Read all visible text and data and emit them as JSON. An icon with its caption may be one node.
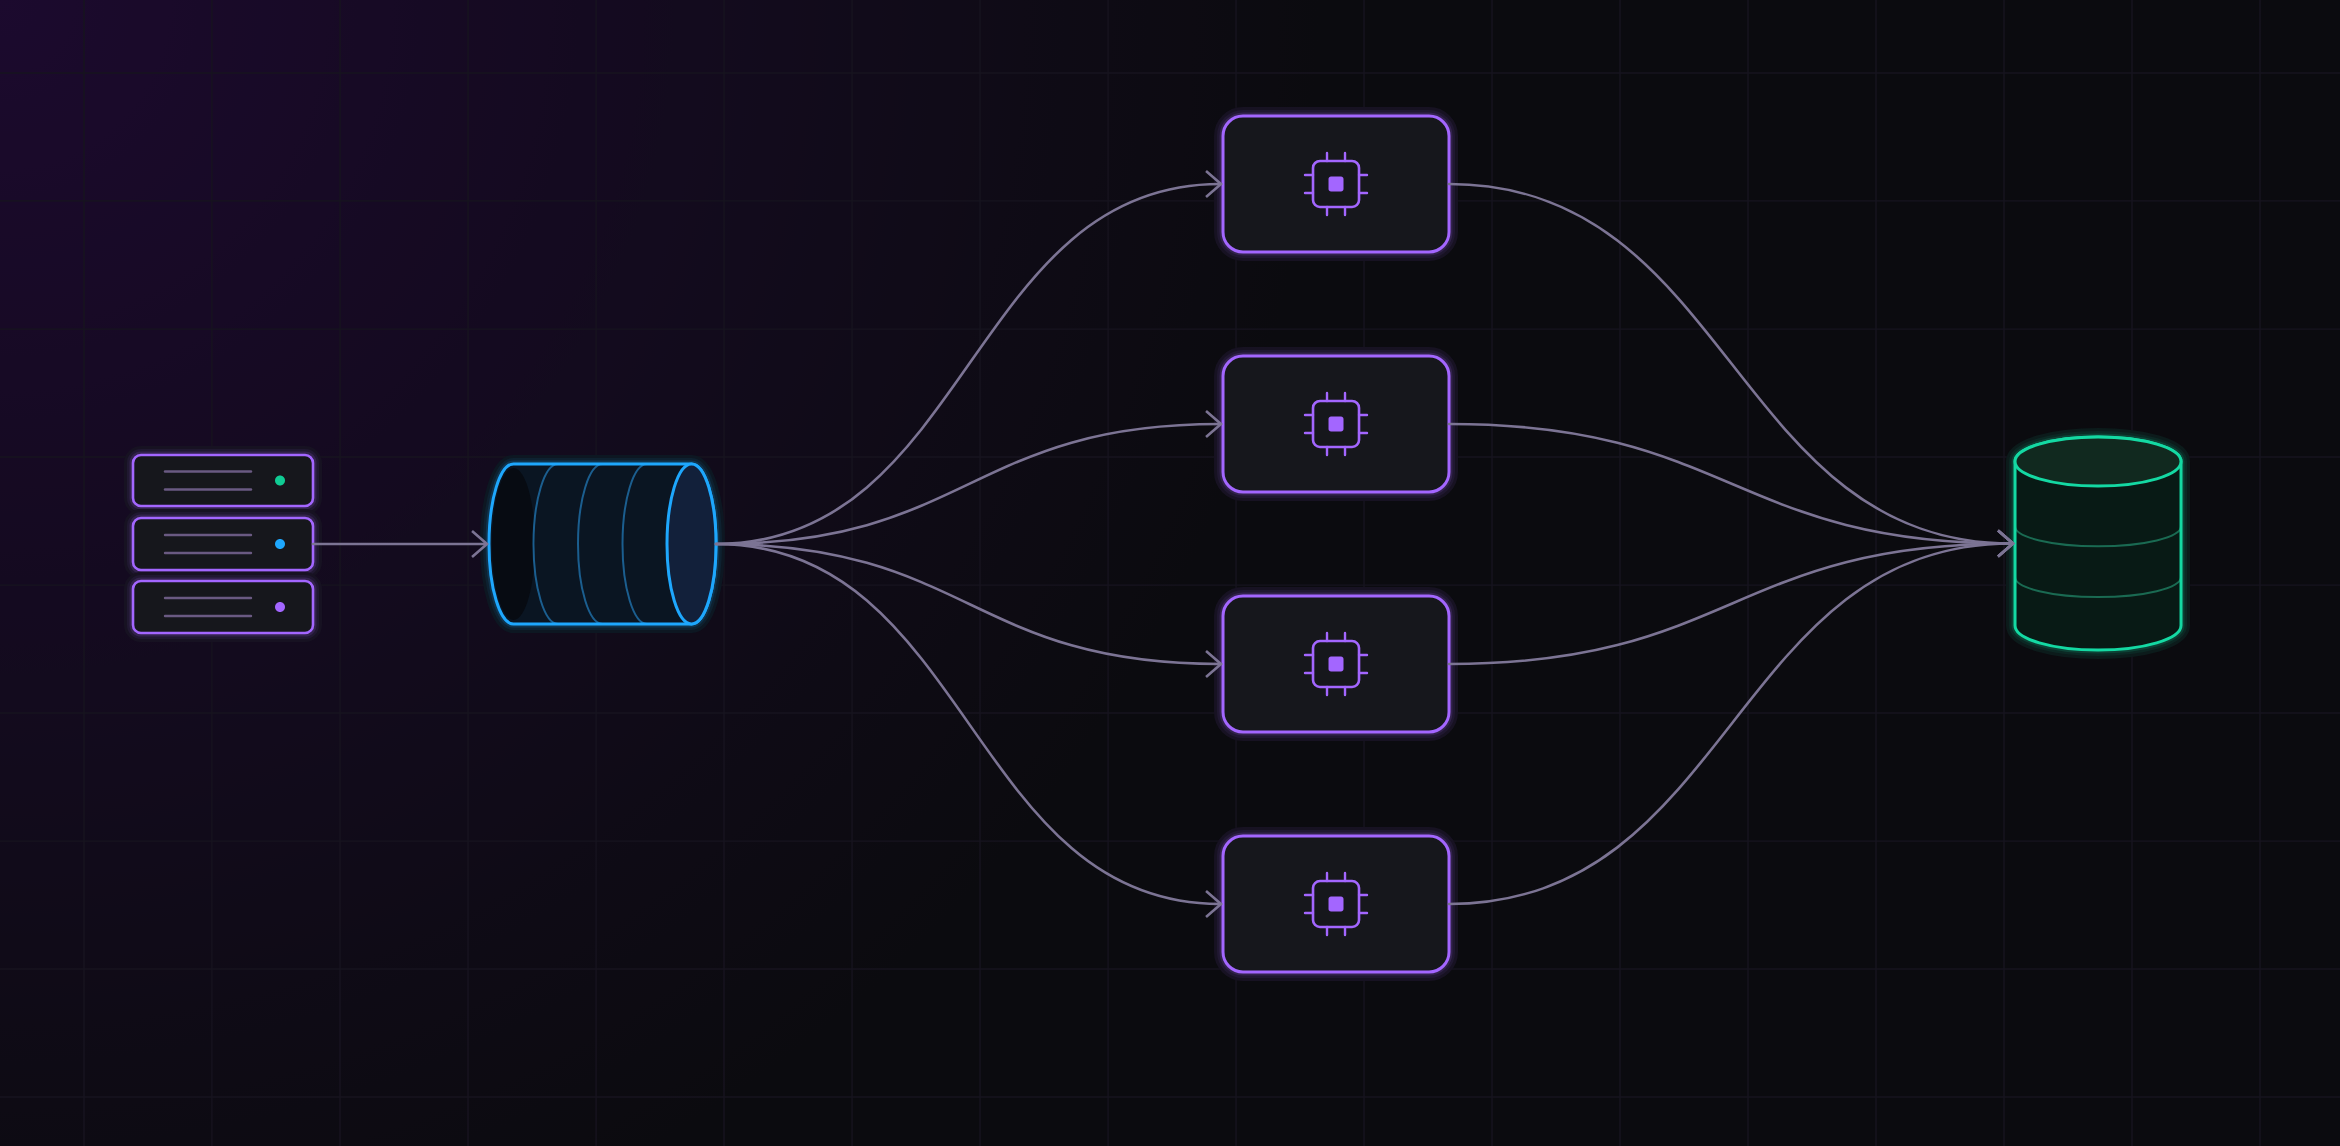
{
  "diagram": {
    "nodes": [
      {
        "text": [],
        "shape": "picture"
      },
      {
        "text": [],
        "shape": "cylinder"
      },
      {
        "text": [],
        "shape": "box"
      },
      {
        "text": [],
        "shape": "box"
      },
      {
        "text": [],
        "shape": "box"
      },
      {
        "text": [],
        "shape": "box"
      },
      {
        "text": [],
        "shape": "cylinder"
      }
    ],
    "edges": [
      {
        "from": 0,
        "to": 1,
        "arrow": "to"
      },
      {
        "from": 1,
        "to": 2,
        "arrow": "to"
      },
      {
        "from": 1,
        "to": 3,
        "arrow": "to"
      },
      {
        "from": 1,
        "to": 4,
        "arrow": "to"
      },
      {
        "from": 1,
        "to": 5,
        "arrow": "to"
      },
      {
        "from": 2,
        "to": 6,
        "arrow": "to"
      },
      {
        "from": 3,
        "to": 6,
        "arrow": "to"
      },
      {
        "from": 4,
        "to": 6,
        "arrow": "to"
      },
      {
        "from": 5,
        "to": 6,
        "arrow": "to"
      }
    ]
  }
}
